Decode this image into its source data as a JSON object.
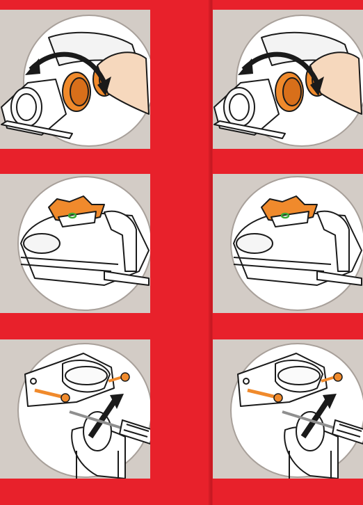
{
  "panels": [
    {
      "name": "panel-left-1",
      "illustration": "rotate-cover-step",
      "icon": "curved-double-arrow-icon"
    },
    {
      "name": "panel-right-1",
      "illustration": "rotate-cover-step",
      "icon": "curved-double-arrow-icon"
    },
    {
      "name": "panel-left-2",
      "illustration": "seal-gasket-step",
      "icon": "green-gasket-icon"
    },
    {
      "name": "panel-right-2",
      "illustration": "seal-gasket-step",
      "icon": "green-gasket-icon"
    },
    {
      "name": "panel-left-3",
      "illustration": "screw-mount-step",
      "icon": "screwdriver-icon"
    },
    {
      "name": "panel-right-3",
      "illustration": "screw-mount-step",
      "icon": "screwdriver-icon"
    }
  ],
  "colors": {
    "background": "#e8212b",
    "panel": "#d3ccc6",
    "orange": "#f08a2c",
    "green": "#3aa935",
    "skin": "#f6d8bd"
  }
}
